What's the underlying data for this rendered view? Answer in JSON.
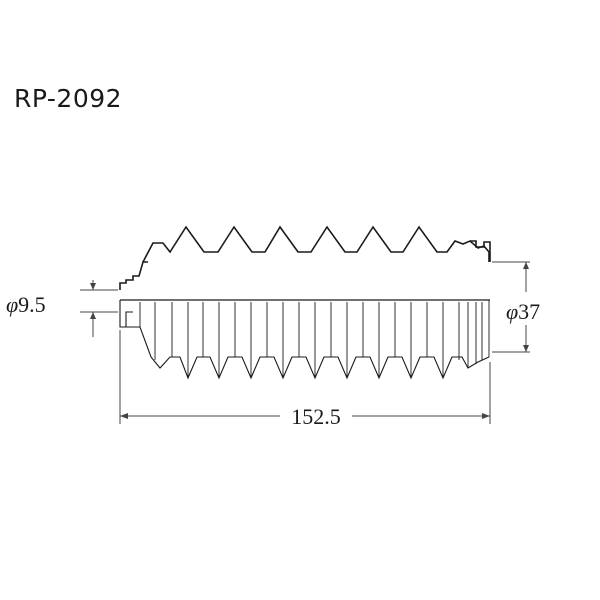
{
  "part_number": "RP-2092",
  "dimensions": {
    "small_diameter": {
      "symbol": "φ",
      "value": "9.5"
    },
    "large_diameter": {
      "symbol": "φ",
      "value": "37"
    },
    "overall_length": "152.5"
  },
  "colors": {
    "line": "#1a1a1a",
    "dim_line": "#444444"
  }
}
